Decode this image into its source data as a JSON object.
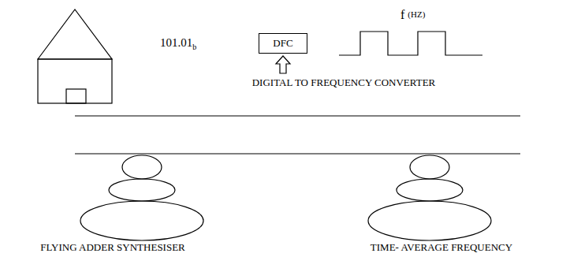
{
  "diagram": {
    "nodes": [
      {
        "text": [
          "DFC"
        ]
      }
    ],
    "labels": [
      "101.01",
      "b",
      "f",
      "(HZ)",
      "DIGITAL TO FREQUENCY CONVERTER",
      "FLYING ADDER SYNTHESISER",
      "TIME- AVERAGE FREQUENCY"
    ]
  }
}
